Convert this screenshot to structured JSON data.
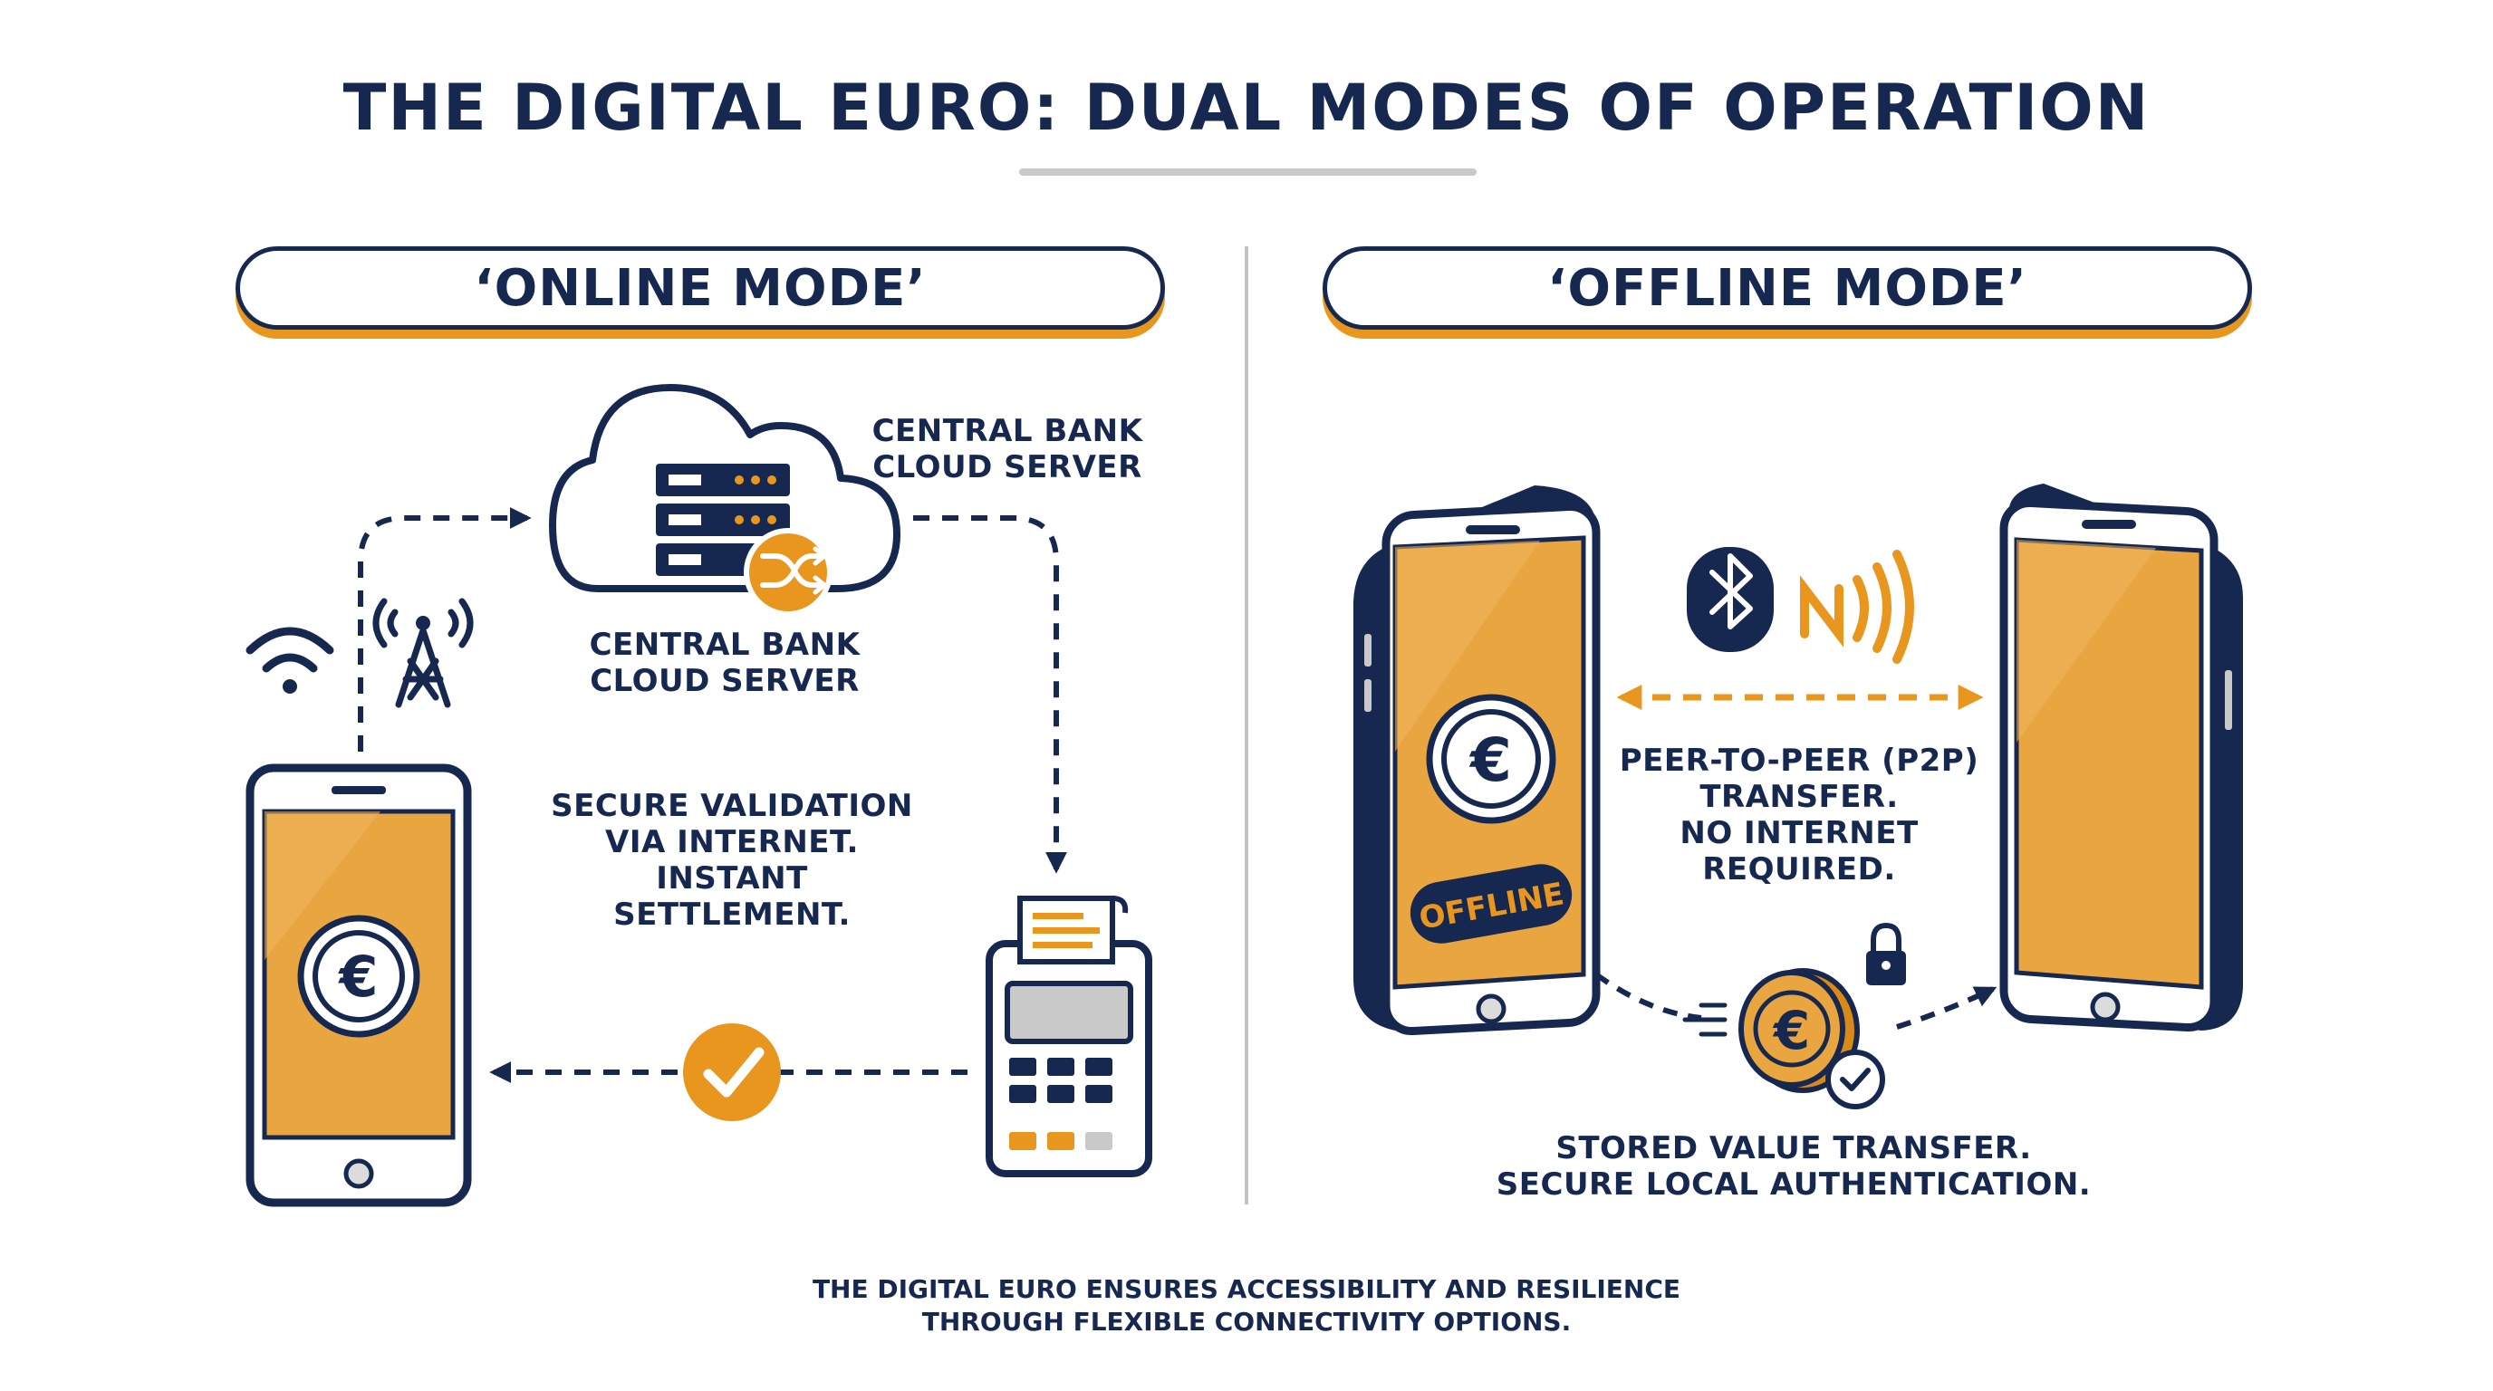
{
  "title": "THE DIGITAL EURO: DUAL MODES OF OPERATION",
  "online": {
    "heading": "‘ONLINE MODE’",
    "cloud_label_top": [
      "CENTRAL BANK",
      "CLOUD SERVER"
    ],
    "cloud_label_below": [
      "CENTRAL BANK",
      "CLOUD SERVER"
    ],
    "caption": [
      "SECURE VALIDATION",
      "VIA INTERNET.",
      "INSTANT SETTLEMENT."
    ],
    "phone_symbol": "€"
  },
  "offline": {
    "heading": "‘OFFLINE MODE’",
    "badge": "OFFLINE",
    "p2p_caption": [
      "PEER-TO-PEER (P2P)",
      "TRANSFER.",
      "NO INTERNET",
      "REQUIRED."
    ],
    "stored_caption": [
      "STORED VALUE TRANSFER.",
      "SECURE LOCAL AUTHENTICATION."
    ],
    "phone_symbol": "€",
    "coin_symbol": "€"
  },
  "footer": [
    "THE DIGITAL EURO ENSURES ACCESSIBILITY AND RESILIENCE",
    "THROUGH FLEXIBLE CONNECTIVITY OPTIONS."
  ],
  "icons": [
    "wifi-icon",
    "cell-tower-icon",
    "cloud-icon",
    "server-icon",
    "shuffle-icon",
    "pos-terminal-icon",
    "checkmark-icon",
    "bluetooth-icon",
    "nfc-icon",
    "lock-icon",
    "coin-icon"
  ],
  "colors": {
    "navy": "#16284f",
    "orange": "#e9961f",
    "screen_orange": "#e9a640",
    "grey": "#c9c9c9"
  }
}
